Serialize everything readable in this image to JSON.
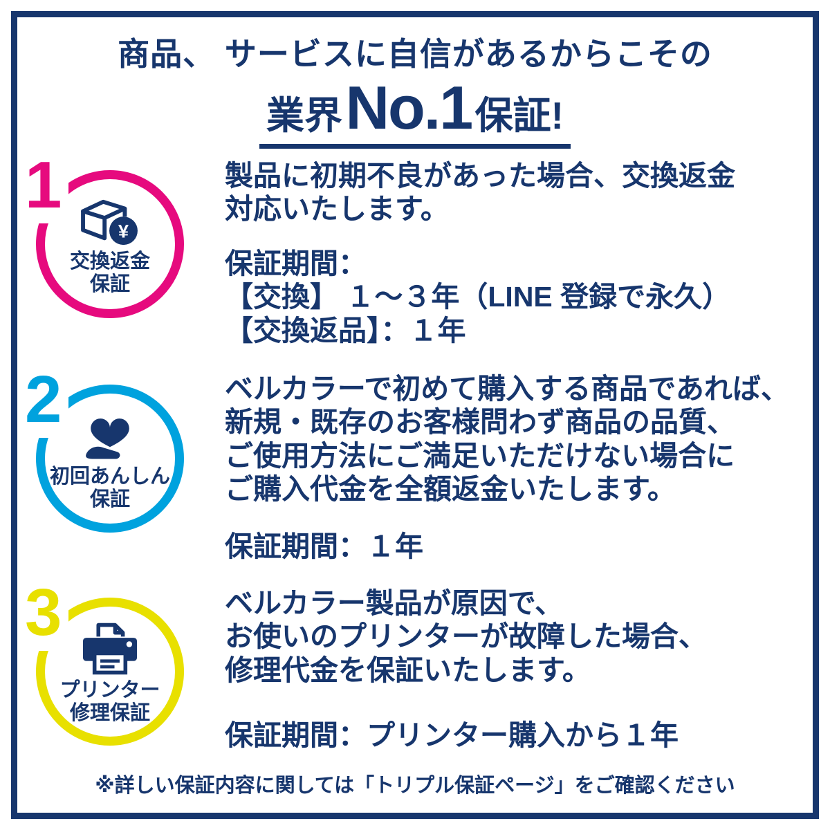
{
  "header": {
    "line1": "商品、 サービスに自信があるからこその",
    "line2_prefix": "業界",
    "line2_no1": "No.1",
    "line2_suffix": "保証!"
  },
  "guarantees": [
    {
      "number": "1",
      "icon": "box-yen-icon",
      "badge_label": [
        "交換返金",
        "保証"
      ],
      "description": [
        "製品に初期不良があった場合、交換返金",
        "対応いたします。"
      ],
      "period": [
        "保証期間：",
        "【交換】 １～３年（LINE 登録で永久）",
        "【交換返品】：１年"
      ]
    },
    {
      "number": "2",
      "icon": "heart-hand-icon",
      "badge_label": [
        "初回あんしん",
        "保証"
      ],
      "description": [
        "ベルカラーで初めて購入する商品であれば、",
        "新規・既存のお客様問わず商品の品質、",
        "ご使用方法にご満足いただけない場合に",
        "ご購入代金を全額返金いたします。"
      ],
      "period": [
        "保証期間：１年"
      ]
    },
    {
      "number": "3",
      "icon": "printer-icon",
      "badge_label": [
        "プリンター",
        "修理保証"
      ],
      "description": [
        "ベルカラー製品が原因で、",
        "お使いのプリンターが故障した場合、",
        "修理代金を保証いたします。"
      ],
      "period": [
        "保証期間：プリンター購入から１年"
      ]
    }
  ],
  "footer": {
    "note": "※詳しい保証内容に関しては「トリプル保証ページ」をご確認ください"
  },
  "colors": {
    "navy": "#17366d",
    "pink": "#e60a7e",
    "cyan": "#00a2de",
    "yellow": "#e8e000"
  }
}
